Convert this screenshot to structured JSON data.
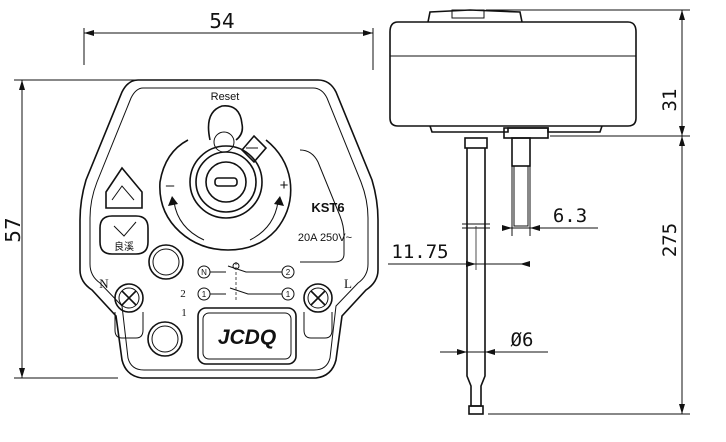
{
  "front_view": {
    "dim_width": "54",
    "dim_height": "57",
    "reset_label": "Reset",
    "minus_label": "–",
    "plus_label": "+",
    "model_label": "KST6",
    "rating_label": "20A 250V~",
    "brand_logo": "JCDQ",
    "terminal_n_label": "N",
    "terminal_l_label": "L",
    "switch_label_2": "2",
    "switch_label_1": "1",
    "switch_label_1b": "1",
    "node_n": "N",
    "node_2": "2",
    "node_1": "1",
    "node_1b": "1",
    "badge_text": "良溪"
  },
  "side_view": {
    "dim_body_height": "31",
    "dim_probe_length": "275",
    "dim_pin_spacing": "6.3",
    "dim_probe_offset": "11.75",
    "dim_probe_diameter": "Ø6"
  }
}
